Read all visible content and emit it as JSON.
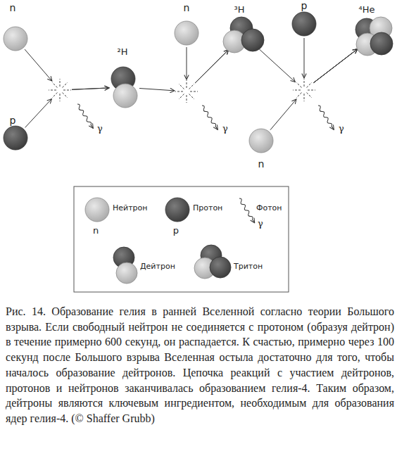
{
  "diagram": {
    "caption": "Рис. 14. Образование гелия в ранней Вселенной согласно теории Большого взрыва. Если свободный нейтрон не соединяется с протоном (образуя дейтрон) в течение примерно 600 секунд, он распадается. К счастью, примерно через 100 секунд после Большого взрыва Вселенная остыла достаточно для того, чтобы началось образование дейтронов. Цепочка реакций с участием дейтронов, протонов и нейтронов заканчивалась образованием гелия-4. Таким образом, дейтроны являются ключевым ингредиентом, необходимым для образования ядер гелия-4. (© Shaffer Grubb)",
    "nodes": [
      {
        "text": [
          "n"
        ]
      },
      {
        "text": [
          "p"
        ]
      },
      {
        "text": [
          "²H"
        ]
      },
      {
        "text": [
          "n"
        ]
      },
      {
        "text": [
          "³H"
        ]
      },
      {
        "text": [
          "p"
        ]
      },
      {
        "text": [
          "⁴He"
        ]
      },
      {
        "text": [
          "n"
        ]
      }
    ],
    "edges": [
      {
        "from": 0,
        "to": 2,
        "arrow": "to"
      },
      {
        "from": 1,
        "to": 2,
        "arrow": "to"
      },
      {
        "from": 2,
        "to": 4,
        "arrow": "to"
      },
      {
        "from": 3,
        "to": 4,
        "arrow": "to"
      },
      {
        "from": 4,
        "to": 6,
        "arrow": "to"
      },
      {
        "from": 5,
        "to": 6,
        "arrow": "to"
      },
      {
        "from": 7,
        "to": 6,
        "arrow": "to"
      }
    ],
    "labels": [
      "γ",
      "γ",
      "γ",
      "n",
      "p",
      "γ"
    ],
    "legend": [
      {
        "text": "Нейтрон"
      },
      {
        "text": "Протон"
      },
      {
        "text": "Фотон"
      },
      {
        "text": "Дейтрон"
      },
      {
        "text": "Тритон"
      }
    ]
  }
}
